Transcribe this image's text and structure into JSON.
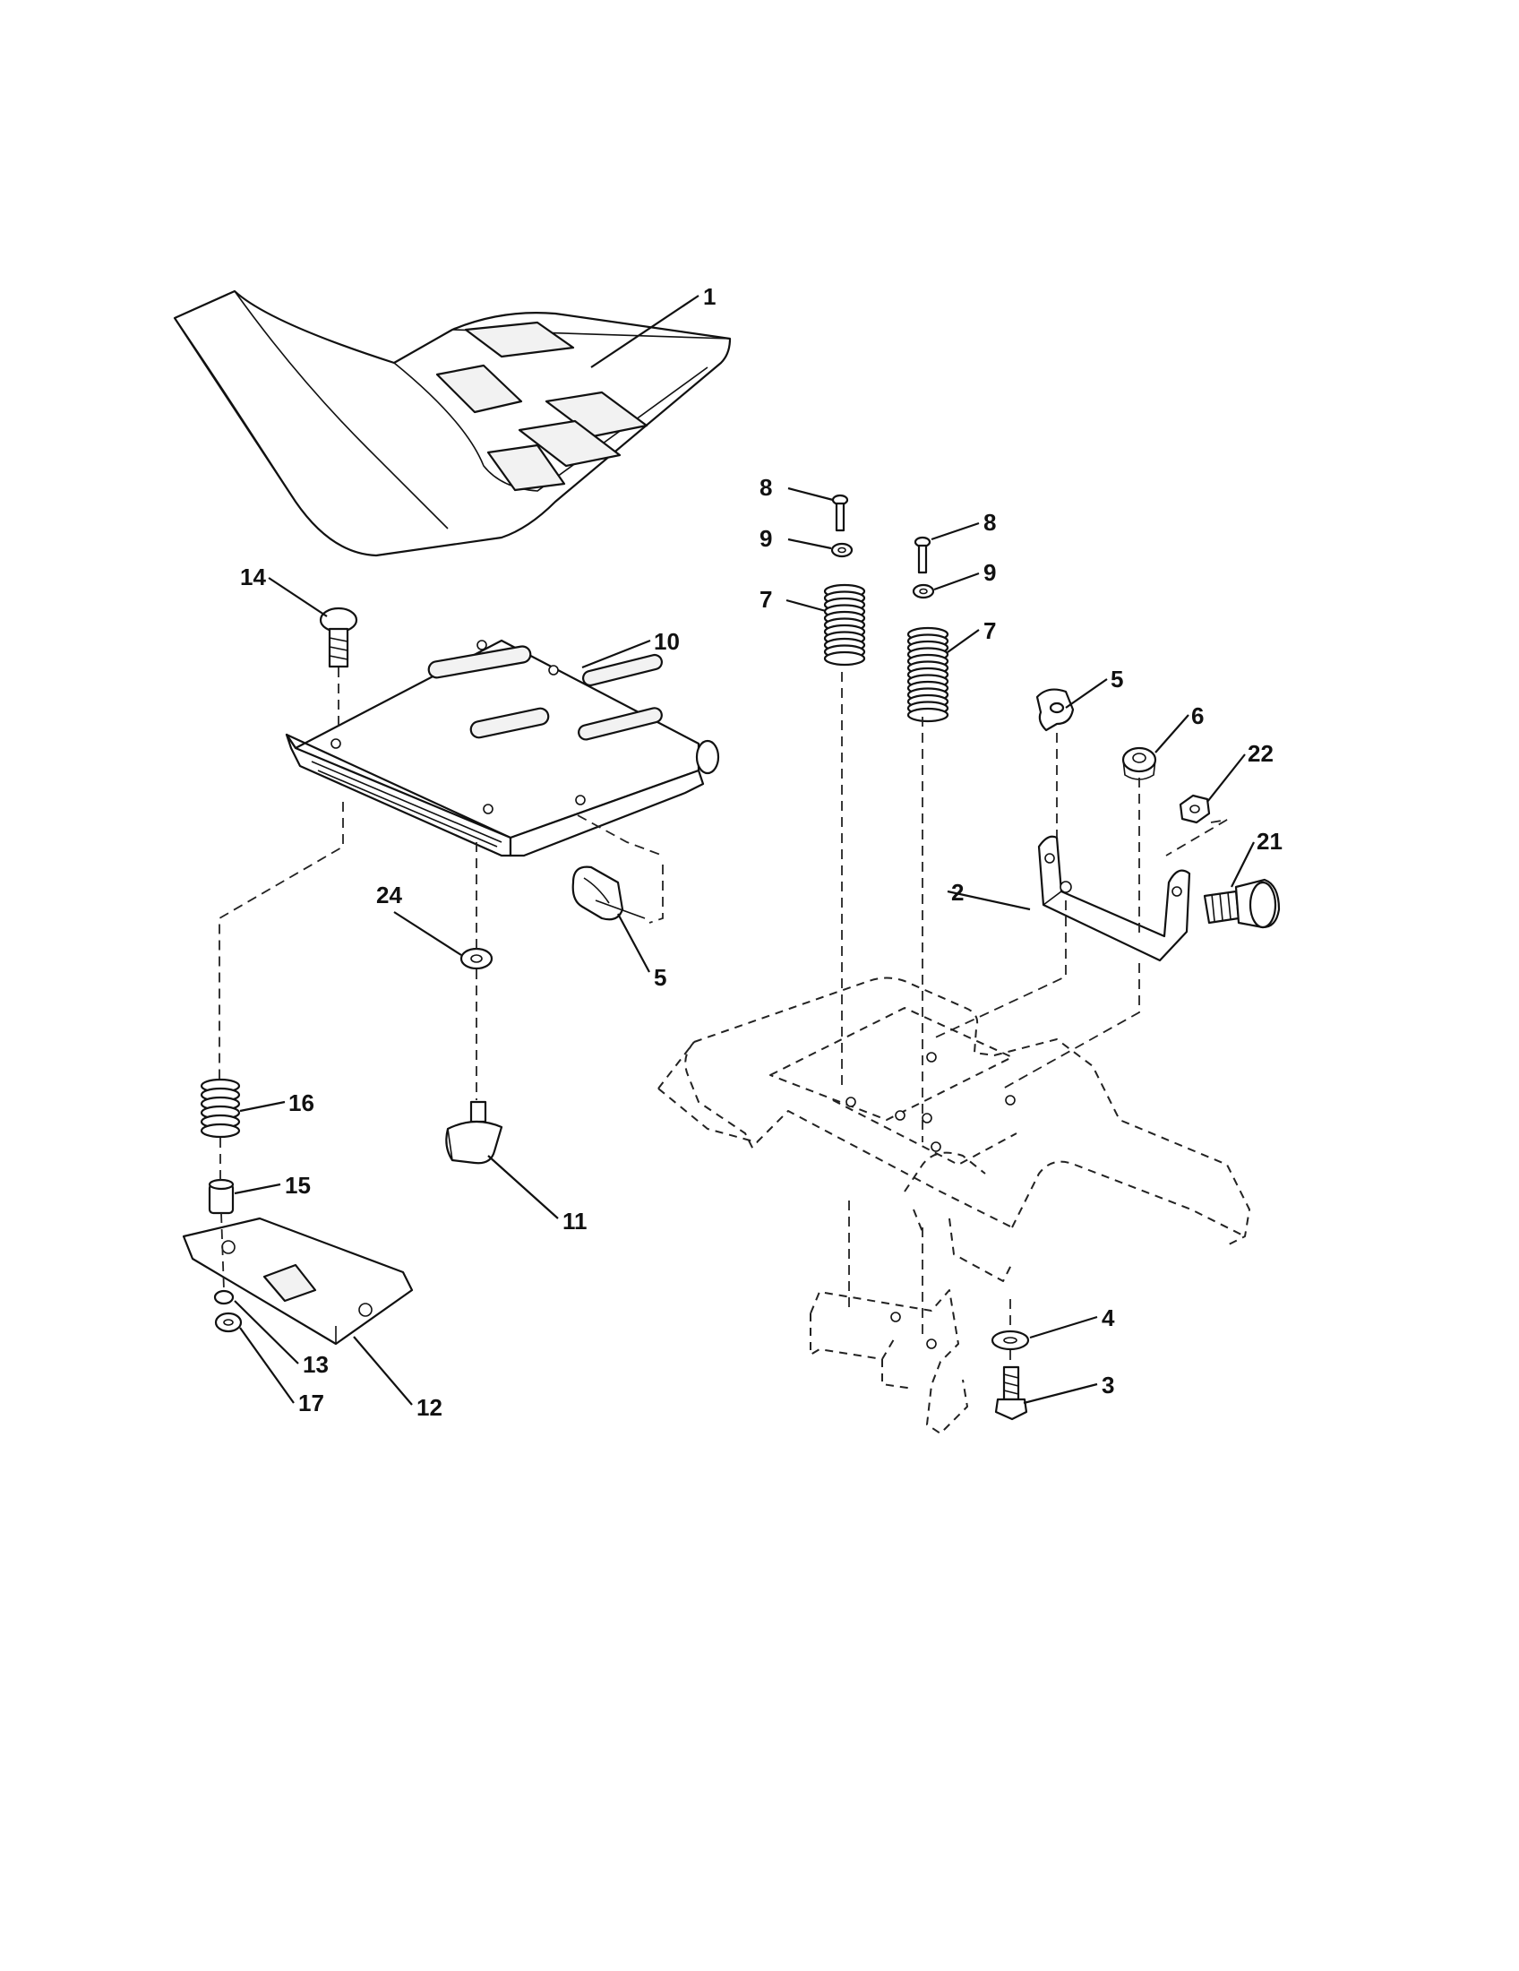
{
  "diagram": {
    "callouts": [
      "1",
      "2",
      "3",
      "4",
      "5",
      "5",
      "6",
      "7",
      "7",
      "8",
      "8",
      "9",
      "9",
      "10",
      "11",
      "12",
      "13",
      "14",
      "15",
      "16",
      "17",
      "21",
      "22",
      "24"
    ]
  }
}
